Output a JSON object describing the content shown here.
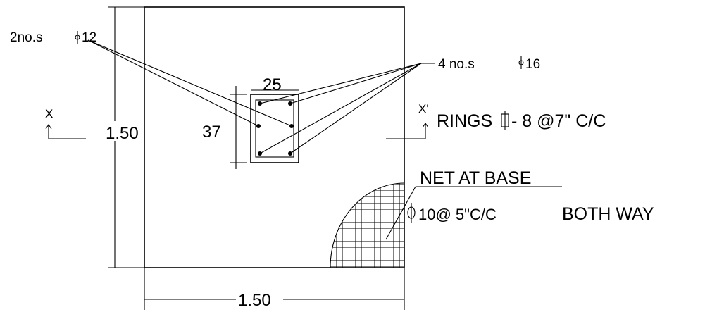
{
  "labels": {
    "side_bars": "2no.s",
    "side_bar_dia": "12",
    "corner_bars": "4 no.s",
    "corner_bar_dia": "16",
    "col_width": "25",
    "col_depth": "37",
    "dim_vertical": "1.50",
    "dim_horizontal": "1.50",
    "axis_left": "X",
    "axis_right": "X'",
    "rings": "RINGS",
    "rings_spec": "- 8 @7\" C/C",
    "net_title": "NET AT BASE",
    "net_spec": "10@ 5\"C/C",
    "net_both": "BOTH WAY"
  },
  "colors": {
    "ink": "#000000",
    "paper": "#ffffff"
  }
}
